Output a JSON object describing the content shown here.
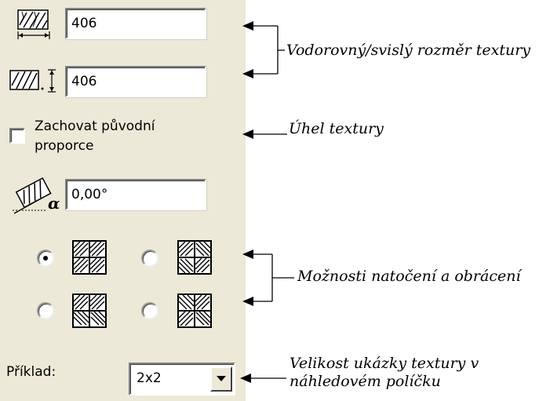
{
  "fields": {
    "horizontal_size": "406",
    "vertical_size": "406",
    "angle": "0,00°"
  },
  "checkbox": {
    "label_line1": "Zachovat původní",
    "label_line2": "proporce",
    "checked": false
  },
  "orientation": {
    "selected_index": 0,
    "options_count": 4
  },
  "example": {
    "label": "Příklad:",
    "value": "2x2"
  },
  "annotations": {
    "size": "Vodorovný/svislý rozměr textury",
    "angle": "Úhel textury",
    "orientation": "Možnosti natočení a obrácení",
    "preview_line1": "Velikost ukázky textury v",
    "preview_line2": "náhledovém políčku"
  },
  "icons": {
    "h_size": "texture-width-icon",
    "v_size": "texture-height-icon",
    "angle": "texture-angle-icon",
    "dropdown": "dropdown-arrow-icon"
  }
}
